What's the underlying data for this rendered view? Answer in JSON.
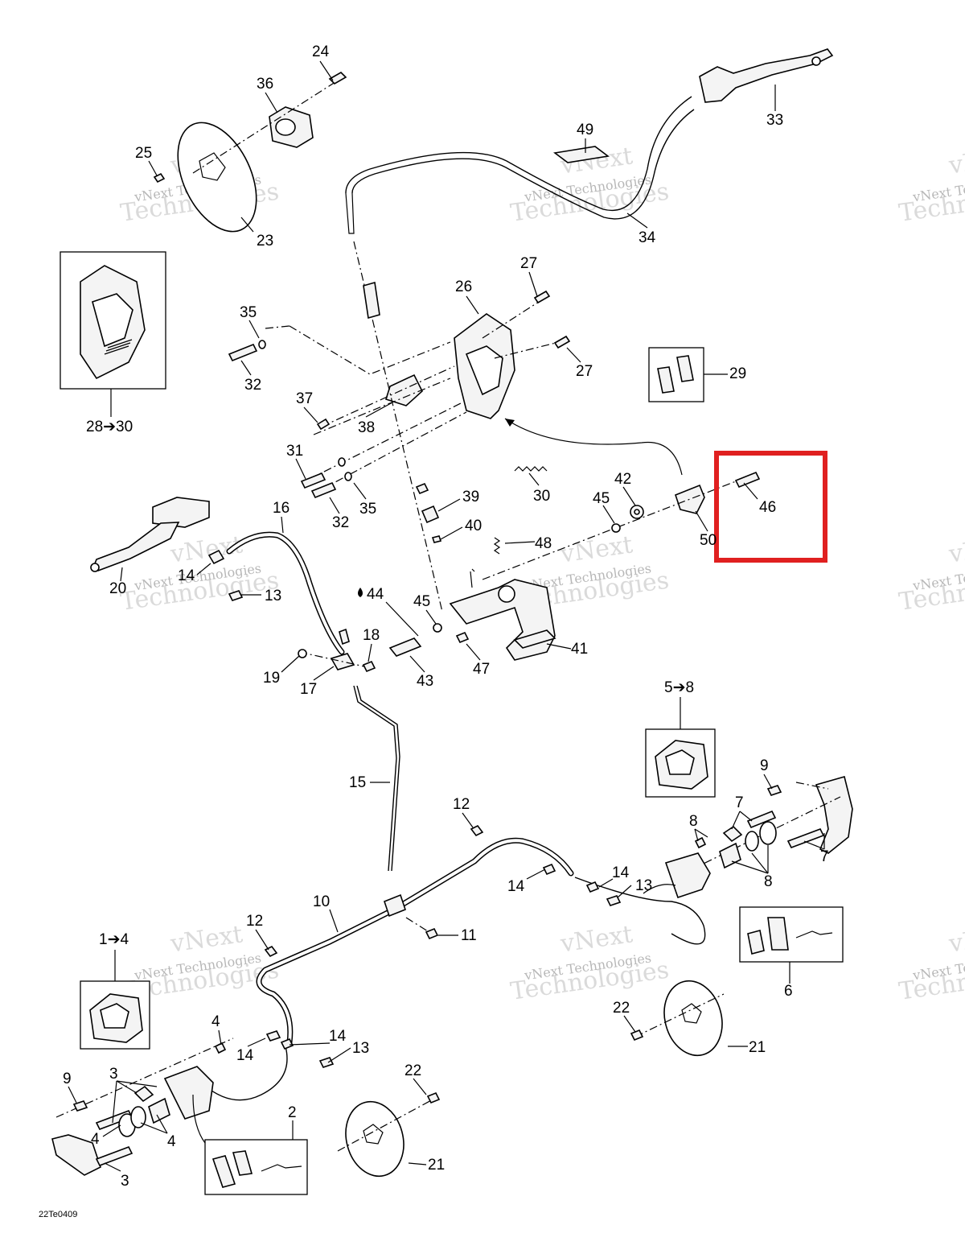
{
  "figure_code": "22Te0409",
  "highlight_color": "#e02020",
  "highlighted_callout": "46",
  "watermark": {
    "line1": "vNext",
    "line2": "vNext Technologies",
    "line3": "Technologies"
  },
  "callouts": {
    "c24": "24",
    "c36": "36",
    "c25": "25",
    "c23": "23",
    "c49": "49",
    "c33": "33",
    "c34": "34",
    "c28_30": "28➔30",
    "c27a": "27",
    "c26": "26",
    "c35a": "35",
    "c32a": "32",
    "c27b": "27",
    "c29": "29",
    "c37": "37",
    "c38": "38",
    "c31": "31",
    "c32b": "32",
    "c35b": "35",
    "c39": "39",
    "c30": "30",
    "c42": "42",
    "c45a": "45",
    "c46": "46",
    "c50": "50",
    "c16": "16",
    "c40": "40",
    "c48": "48",
    "c20": "20",
    "c14a": "14",
    "c13a": "13",
    "c44": "44",
    "c45b": "45",
    "c41": "41",
    "c18": "18",
    "c19": "19",
    "c17": "17",
    "c43": "43",
    "c47": "47",
    "c5_8": "5➔8",
    "c9a": "9",
    "c7a": "7",
    "c8a": "8",
    "c7b": "7",
    "c8b": "8",
    "c15": "15",
    "c12a": "12",
    "c10": "10",
    "c14b": "14",
    "c14c": "14",
    "c13b": "13",
    "c11": "11",
    "c6": "6",
    "c1_4": "1➔4",
    "c12b": "12",
    "c4a": "4",
    "c14d": "14",
    "c14e": "14",
    "c13c": "13",
    "c22a": "22",
    "c21a": "21",
    "c9b": "9",
    "c3a": "3",
    "c4b": "4",
    "c4c": "4",
    "c3b": "3",
    "c2": "2",
    "c22b": "22",
    "c21b": "21"
  }
}
